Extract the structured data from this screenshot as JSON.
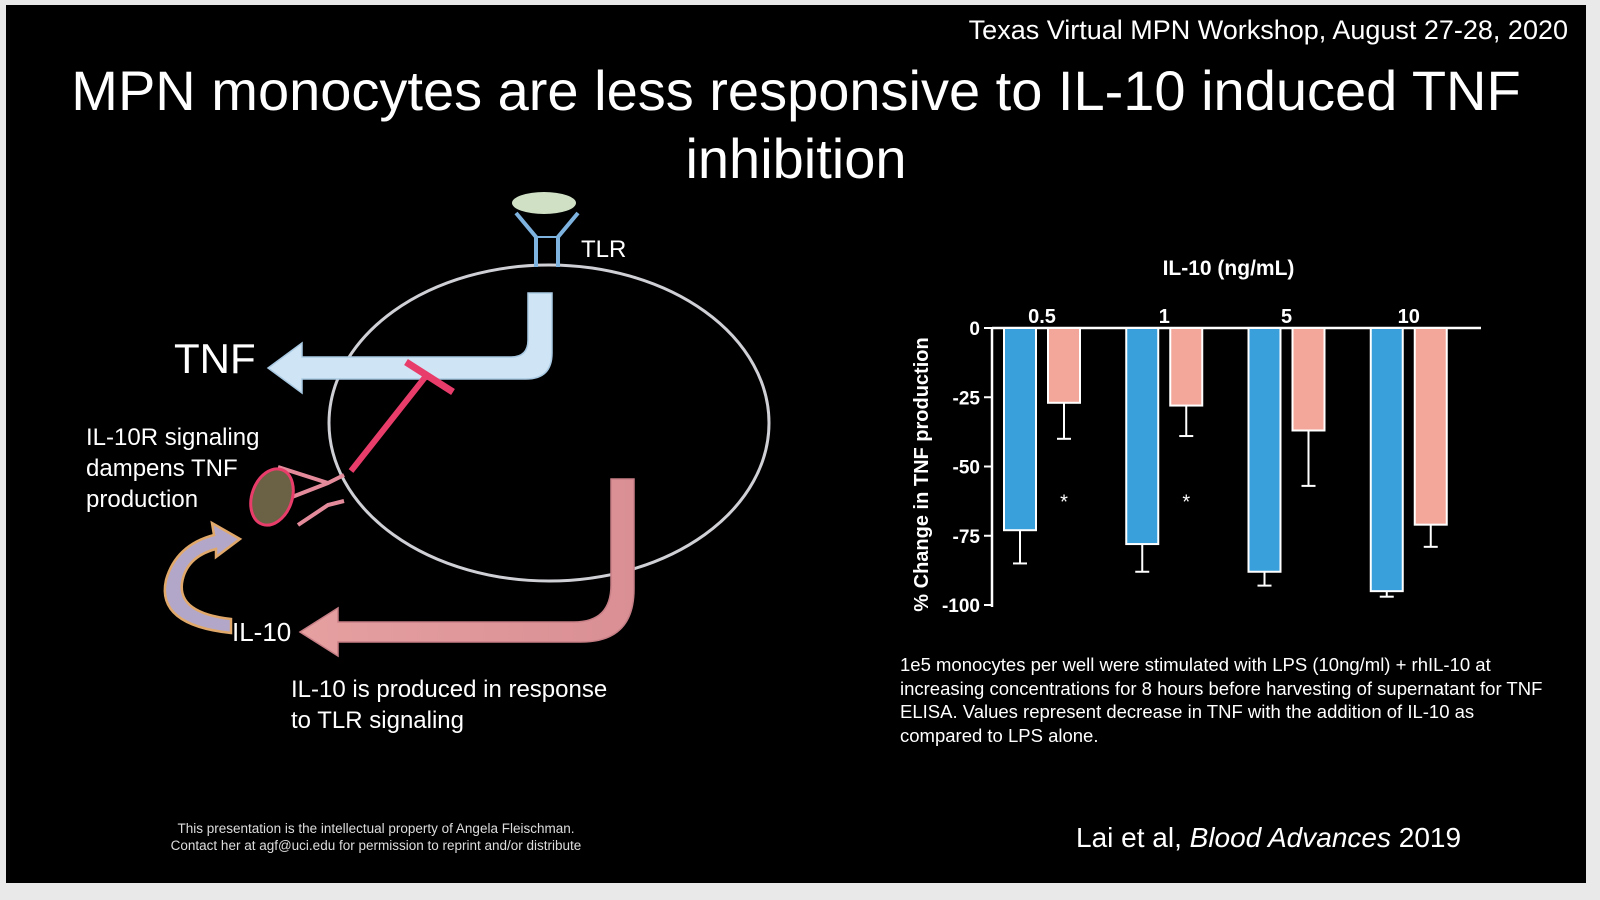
{
  "header": {
    "event": "Texas Virtual MPN Workshop, August 27-28, 2020",
    "title": "MPN monocytes are less responsive to IL-10 induced TNF inhibition"
  },
  "diagram": {
    "tlr_label": "TLR",
    "tnf_label": "TNF",
    "il10r_label": [
      "IL-10R signaling",
      "dampens TNF",
      "production"
    ],
    "il10_label": "IL-10",
    "il10_produced_label": [
      "IL-10 is produced in response",
      "to TLR signaling"
    ],
    "colors": {
      "tnf_arrow": "#cfe4f4",
      "il10_arrow": "#e39b9b",
      "inhibition": "#e83d6a",
      "receptor_tlr": "#7fb3df",
      "receptor_il10r": "#e48b9b",
      "ligand": "#cfe0c5",
      "il10r_ligand": "#6b6145",
      "feedback_arrow": "#b3a7c9"
    },
    "icons": [
      "tlr-receptor-icon",
      "il10r-receptor-icon",
      "inhibition-bar-icon",
      "feedback-arrow-icon"
    ]
  },
  "chart_data": {
    "type": "bar",
    "title": "IL-10 (ng/mL)",
    "ylabel": "% Change in TNF production",
    "xlabel": "",
    "categories": [
      "0.5",
      "1",
      "5",
      "10"
    ],
    "ylim": [
      -100,
      0
    ],
    "yticks": [
      0,
      -25,
      -50,
      -75,
      -100
    ],
    "series": [
      {
        "color": "#3aa0dc",
        "values": [
          -73,
          -78,
          -88,
          -95
        ],
        "errors": [
          12,
          10,
          5,
          2
        ]
      },
      {
        "color": "#f3a79a",
        "values": [
          -27,
          -28,
          -37,
          -71
        ],
        "errors": [
          13,
          11,
          20,
          8
        ]
      }
    ],
    "significance": [
      "*",
      "*",
      "",
      ""
    ],
    "legend": "none"
  },
  "caption": "1e5 monocytes per well were stimulated with LPS (10ng/ml) + rhIL-10 at increasing concentrations for 8 hours before harvesting of supernatant for TNF ELISA. Values represent decrease in TNF with the addition of IL-10 as compared to LPS alone.",
  "footer": {
    "disclaimer_line1": "This presentation is the intellectual property of Angela Fleischman.",
    "disclaimer_line2": "Contact her at agf@uci.edu for permission to reprint and/or distribute",
    "citation_authors": "Lai et al,",
    "citation_journal": "Blood Advances",
    "citation_year": "2019"
  }
}
